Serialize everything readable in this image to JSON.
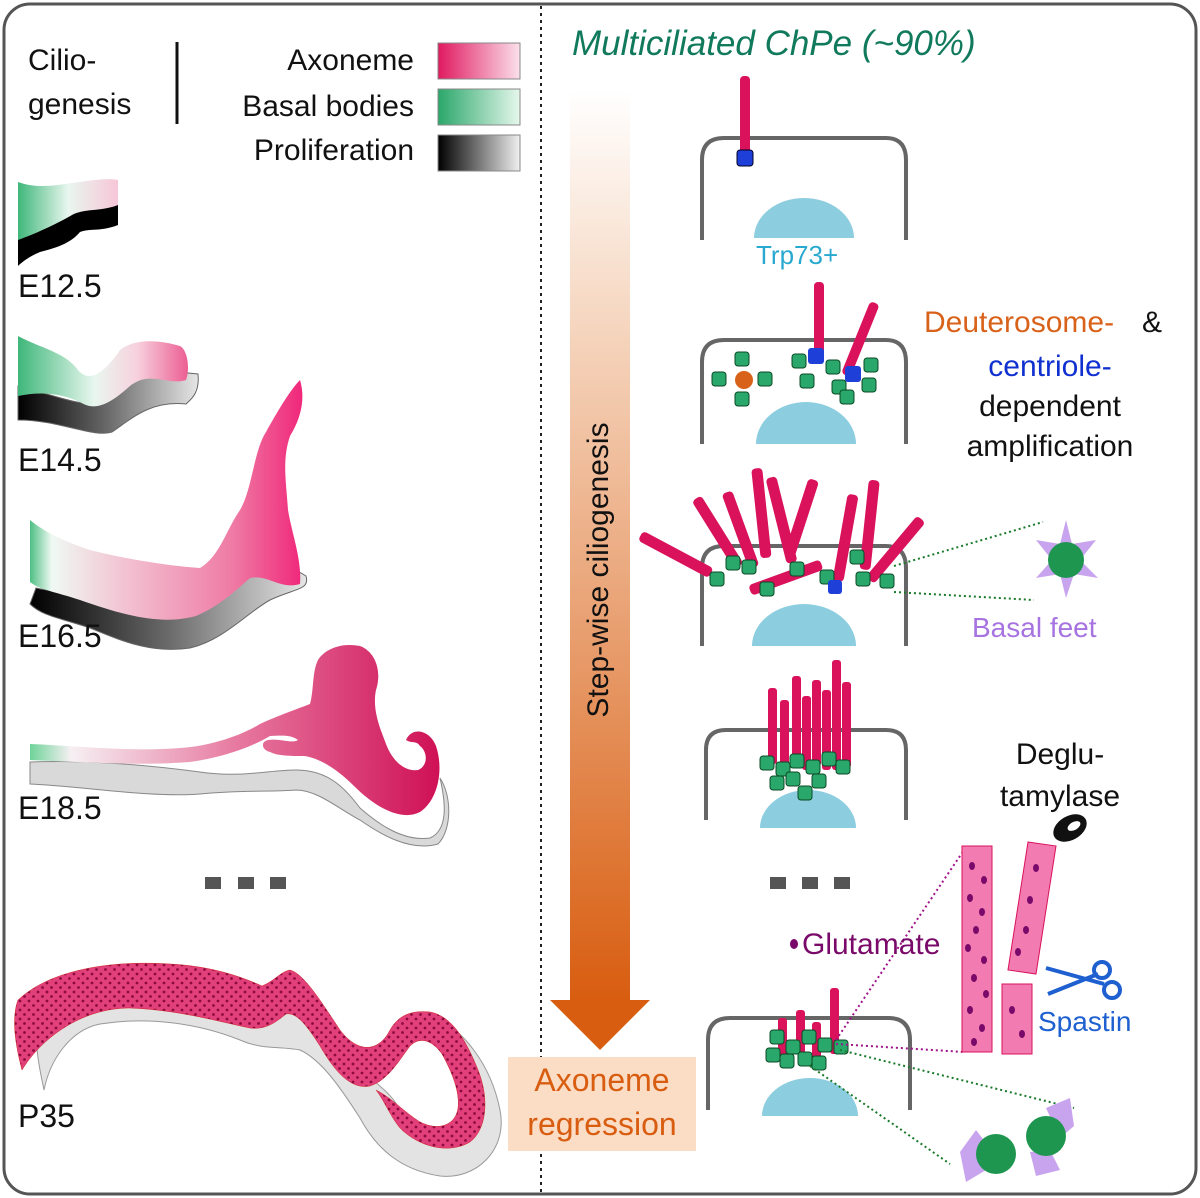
{
  "legend": {
    "group_label_line1": "Cilio-",
    "group_label_line2": "genesis",
    "axoneme": "Axoneme",
    "basal_bodies": "Basal bodies",
    "proliferation": "Proliferation",
    "colors": {
      "axoneme": "#e0195f",
      "basal_bodies": "#2aa76a",
      "proliferation": "#111111"
    }
  },
  "stages": [
    "E12.5",
    "E14.5",
    "E16.5",
    "E18.5",
    "P35"
  ],
  "arrow": {
    "label": "Step-wise ciliogenesis",
    "bottom_label_line1": "Axoneme",
    "bottom_label_line2": "regression"
  },
  "right": {
    "title": "Multiciliated ChPe (~90%)",
    "trp73": "Trp73+",
    "amp_line1a": "Deuterosome-",
    "amp_line1b": "&",
    "amp_line2": "centriole-",
    "amp_line3": "dependent",
    "amp_line4": "amplification",
    "basal_feet": "Basal feet",
    "deglu_line1": "Deglu-",
    "deglu_line2": "tamylase",
    "glutamate": "Glutamate",
    "spastin": "Spastin"
  },
  "ellipsis": "..."
}
